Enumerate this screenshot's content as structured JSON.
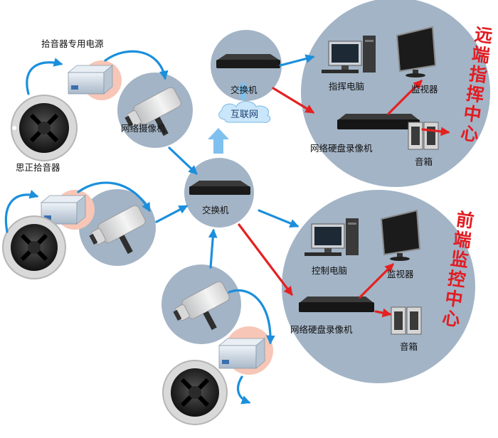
{
  "labels": {
    "pickup_power": "拾音器专用电源",
    "pickup": "思正拾音器",
    "network_camera": "网络摄像机",
    "switch_main": "交换机",
    "switch_remote": "交换机",
    "internet": "互联网",
    "command_pc": "指挥电脑",
    "monitor_remote": "监视器",
    "nvr_remote": "网络硬盘录像机",
    "speaker_remote": "音箱",
    "control_pc": "控制电脑",
    "monitor_local": "监视器",
    "nvr_local": "网络硬盘录像机",
    "speaker_local": "音箱"
  },
  "side_titles": {
    "remote": [
      "远",
      "端",
      "指",
      "挥",
      "中",
      "心"
    ],
    "local": [
      "前",
      "端",
      "监",
      "控",
      "中",
      "心"
    ]
  },
  "colors": {
    "circle": "#a3b4c6",
    "blue_arrow": "#1b8fdc",
    "red_arrow": "#e42120",
    "title_red": "#e21c22",
    "cloud": "#c9e6fa",
    "pink_halo": "#f7c6b6"
  }
}
